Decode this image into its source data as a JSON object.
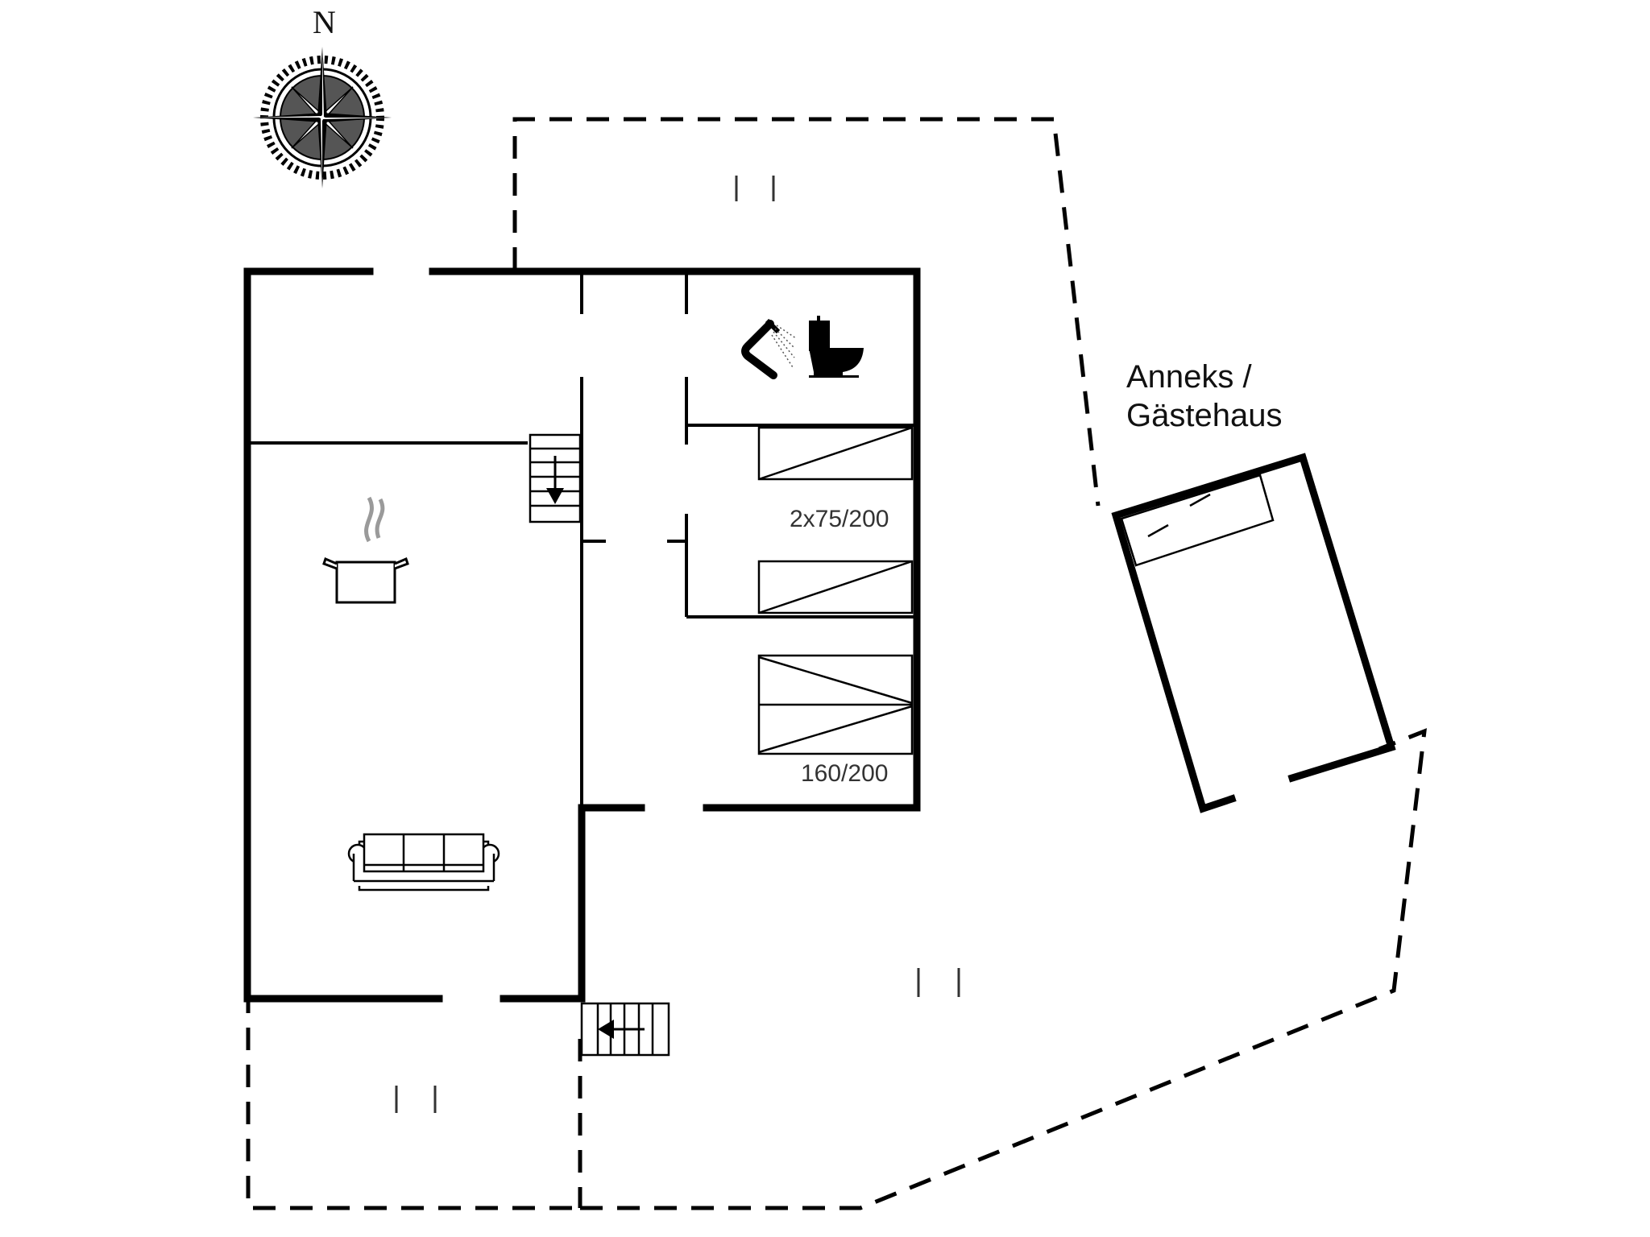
{
  "compass": {
    "north_label": "N"
  },
  "annex": {
    "label_line1": "Anneks /",
    "label_line2": "Gästehaus"
  },
  "beds": [
    {
      "label": "2x75/200",
      "type": "twin-single-beds"
    },
    {
      "label": "160/200",
      "type": "double-bed"
    }
  ],
  "rooms": [
    {
      "name": "kitchen-living",
      "icons": [
        "cooking-pot-icon",
        "sofa-icon"
      ]
    },
    {
      "name": "bathroom",
      "icons": [
        "shower-icon",
        "toilet-icon"
      ]
    },
    {
      "name": "bedroom-twin"
    },
    {
      "name": "bedroom-double"
    },
    {
      "name": "annex-guesthouse"
    }
  ],
  "terraces": [
    {
      "name": "terrace-north"
    },
    {
      "name": "terrace-south-west"
    },
    {
      "name": "terrace-south-east"
    }
  ],
  "colors": {
    "line": "#000000",
    "text": "#222222",
    "background": "#ffffff",
    "steam": "#9a9a9a"
  }
}
